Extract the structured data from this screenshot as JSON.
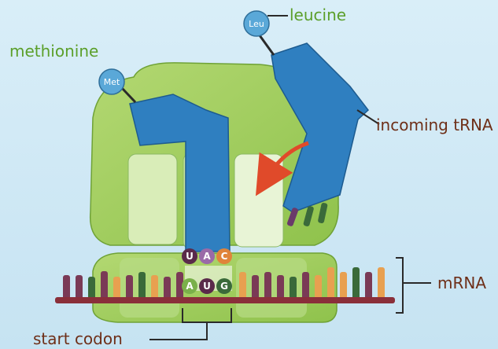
{
  "labels": {
    "leucine": "leucine",
    "methionine": "methionine",
    "incoming_trna": "incoming tRNA",
    "mrna": "mRNA",
    "start_codon": "start codon"
  },
  "amino_acids": {
    "leu": "Leu",
    "met": "Met"
  },
  "anticodon": [
    "U",
    "A",
    "C"
  ],
  "codon": [
    "A",
    "U",
    "G"
  ],
  "colors": {
    "background": "#cfe8f4",
    "ribosome_large": "#9fcc5a",
    "ribosome_small": "#a9d46a",
    "trna": "#2f7fc0",
    "mrna_backbone": "#8a2f3a",
    "label_text": "#6e2f18",
    "amino_acid": "#5aa8d8",
    "arrow": "#e04a2a"
  },
  "icons": {
    "movement_arrow": "curved-arrow-icon"
  }
}
